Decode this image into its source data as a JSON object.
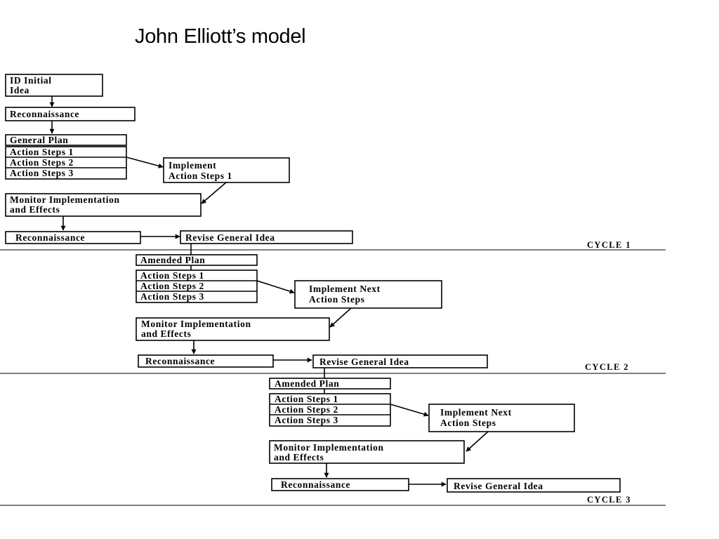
{
  "title": "John Elliott’s  model",
  "initial_idea": [
    "ID Initial",
    "Idea"
  ],
  "labels": {
    "reconnaissance": "Reconnaissance",
    "general_plan": "General Plan",
    "amended_plan": "Amended Plan",
    "action_steps_1": "Action Steps 1",
    "action_steps_2": "Action Steps 2",
    "action_steps_3": "Action Steps 3",
    "implement_1": [
      "Implement",
      "Action Steps 1"
    ],
    "implement_next": [
      "Implement Next",
      "Action Steps"
    ],
    "monitor": [
      "Monitor Implementation",
      "and Effects"
    ],
    "revise": "Revise General Idea"
  },
  "cycles": [
    "CYCLE 1",
    "CYCLE 2",
    "CYCLE 3"
  ]
}
